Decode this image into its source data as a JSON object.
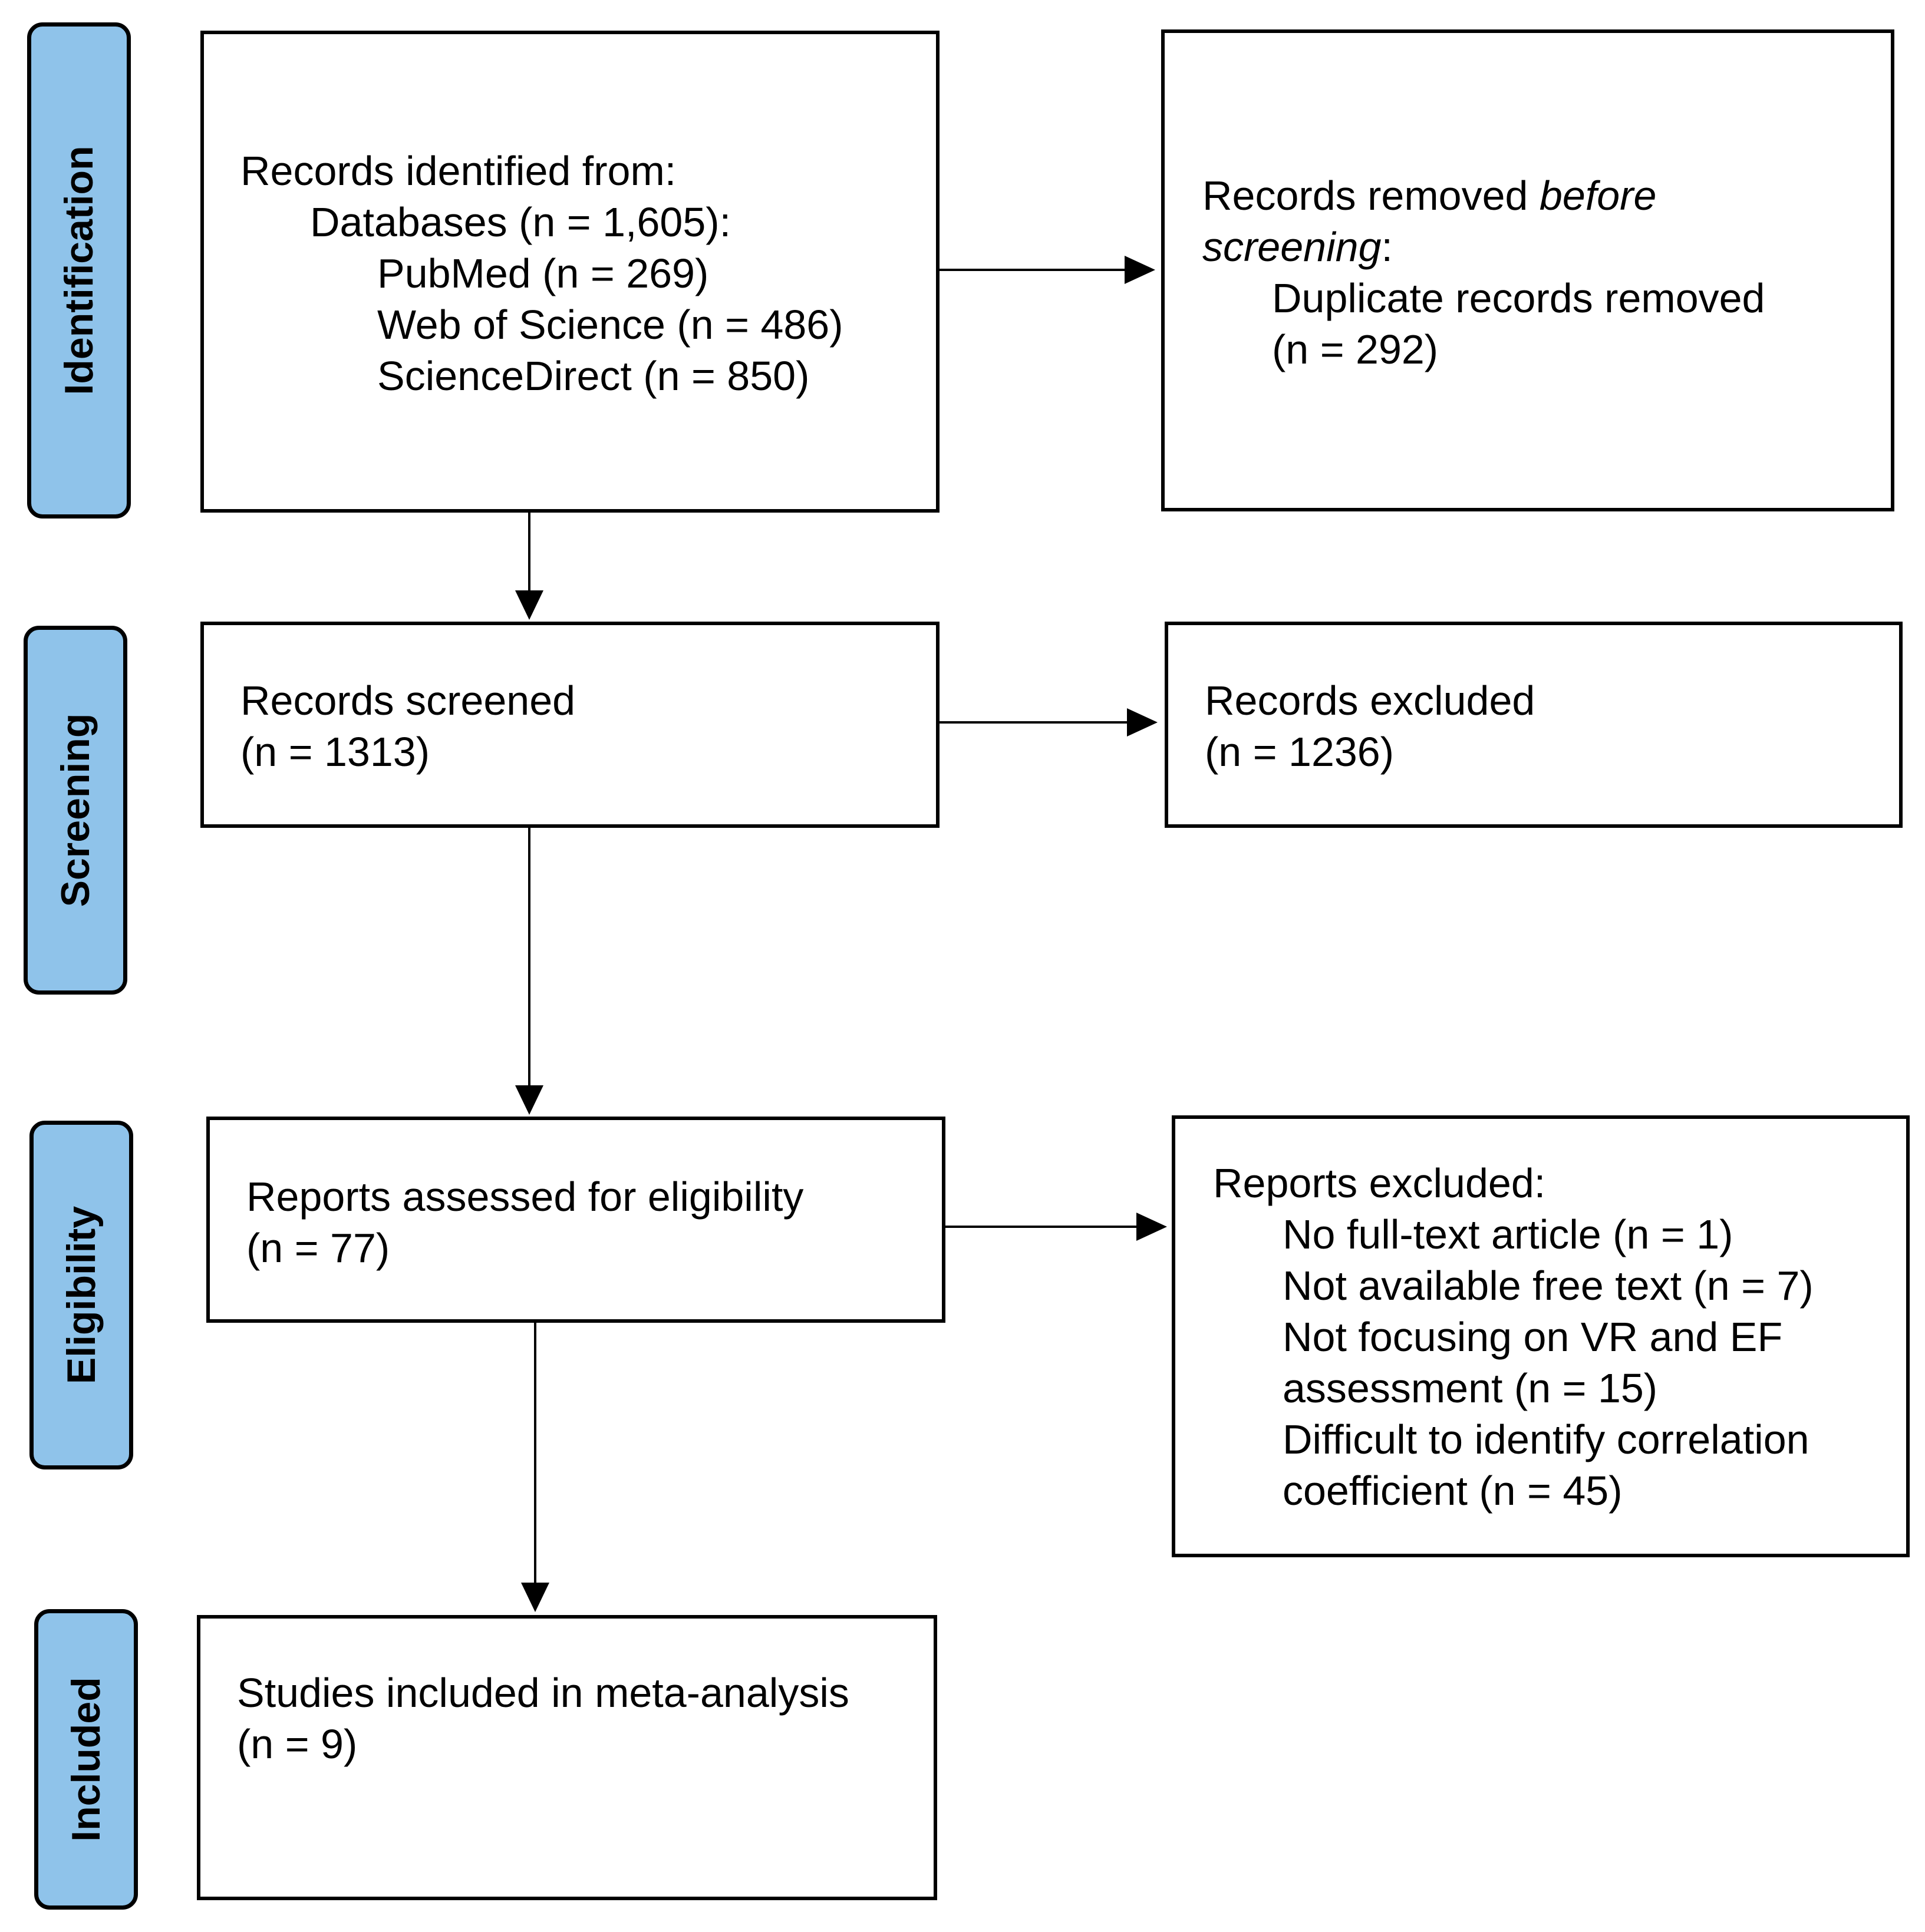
{
  "stages": {
    "identification": "Identification",
    "screening": "Screening",
    "eligibility": "Eligibility",
    "included": "Included"
  },
  "identified": {
    "heading": "Records identified from:",
    "databases": "Databases (n = 1,605):",
    "pubmed": "PubMed (n = 269)",
    "wos": "Web of Science (n = 486)",
    "sciencedirect": "ScienceDirect (n = 850)"
  },
  "removed": {
    "prefix": "Records removed ",
    "italic_1": "before",
    "italic_2": "screening",
    "colon": ":",
    "item": "Duplicate records removed",
    "count": "(n = 292)"
  },
  "screened": {
    "label": "Records screened",
    "count": "(n = 1313)"
  },
  "excluded": {
    "label": "Records excluded",
    "count": "(n = 1236)"
  },
  "assessed": {
    "label": "Reports assessed for eligibility",
    "count": "(n = 77)"
  },
  "reports_excluded": {
    "heading": "Reports excluded:",
    "lines": [
      "No full-text article (n = 1)",
      "Not available free text (n = 7)",
      "Not focusing on VR and EF",
      "assessment (n = 15)",
      "Difficult to identify correlation",
      "coefficient (n = 45)"
    ]
  },
  "included": {
    "label": "Studies included in meta-analysis",
    "count": "(n = 9)"
  },
  "colors": {
    "stage_fill": "#8fc3ea",
    "line": "#000000"
  }
}
